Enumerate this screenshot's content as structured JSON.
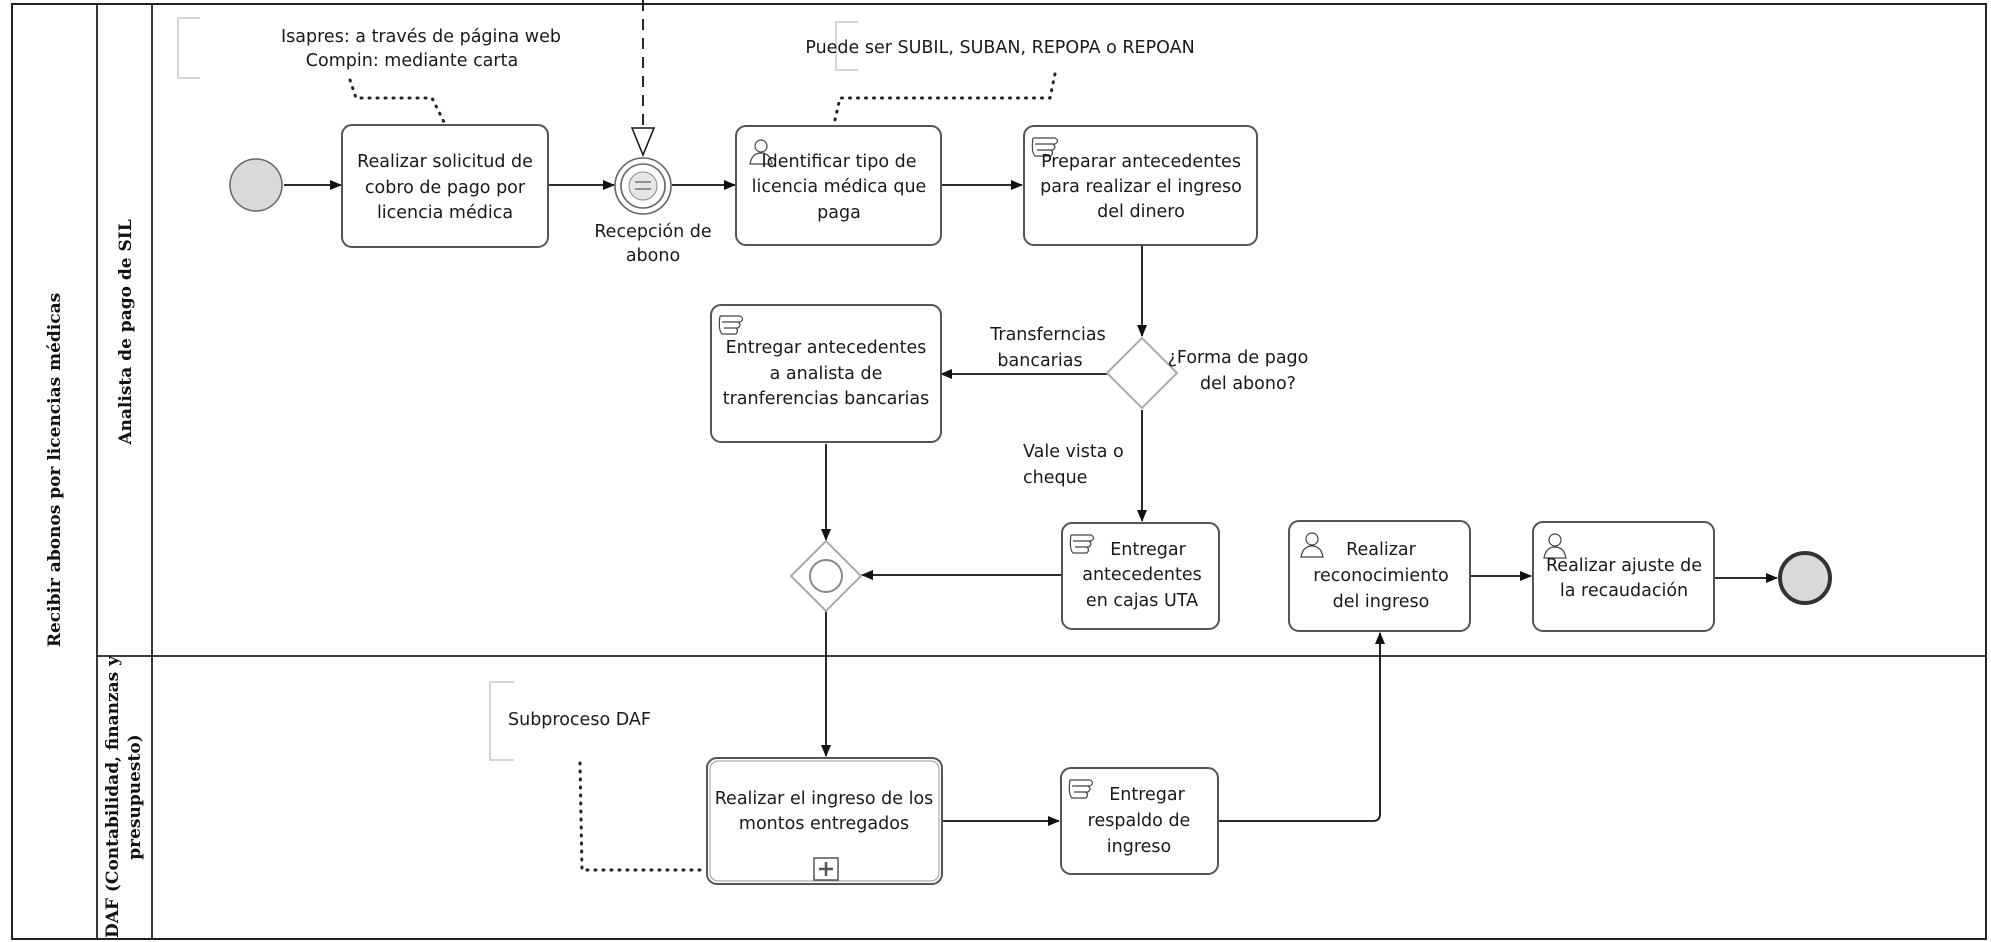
{
  "pool": {
    "name": "Recibir abonos por licencias médicas"
  },
  "lanes": [
    {
      "name": "Analista de pago de SIL"
    },
    {
      "name_line1": "DAF (Contabilidad, finanzas y",
      "name_line2": "presupuesto)"
    }
  ],
  "annotations": {
    "a1_line1": "Isapres: a través de página web",
    "a1_line2": "Compin: mediante carta",
    "a2": "Puede ser SUBIL, SUBAN, REPOPA o REPOAN",
    "a3": "Subproceso DAF"
  },
  "tasks": {
    "t1": [
      "Realizar solicitud de",
      "cobro de pago por",
      "licencia médica"
    ],
    "t2": [
      "Identificar tipo de",
      "licencia médica que",
      "paga"
    ],
    "t3": [
      "Preparar antecedentes",
      "para realizar el ingreso",
      "del dinero"
    ],
    "t4": [
      "Entregar antecedentes",
      "a analista de",
      "tranferencias bancarias"
    ],
    "t5": [
      "Entregar",
      "antecedentes",
      "en cajas UTA"
    ],
    "t6": [
      "Realizar",
      "reconocimiento",
      "del ingreso"
    ],
    "t7": [
      "Realizar ajuste de",
      "la recaudación"
    ],
    "t8": [
      "Realizar el ingreso de los",
      "montos entregados"
    ],
    "t9": [
      "Entregar",
      "respaldo de",
      "ingreso"
    ]
  },
  "events": {
    "intermediate": [
      "Recepción de",
      "abono"
    ]
  },
  "gateway": {
    "question": [
      "¿Forma de pago",
      "del abono?"
    ],
    "left_label": [
      "Transferncias",
      "bancarias"
    ],
    "down_label": [
      "Vale vista o",
      "cheque"
    ]
  }
}
